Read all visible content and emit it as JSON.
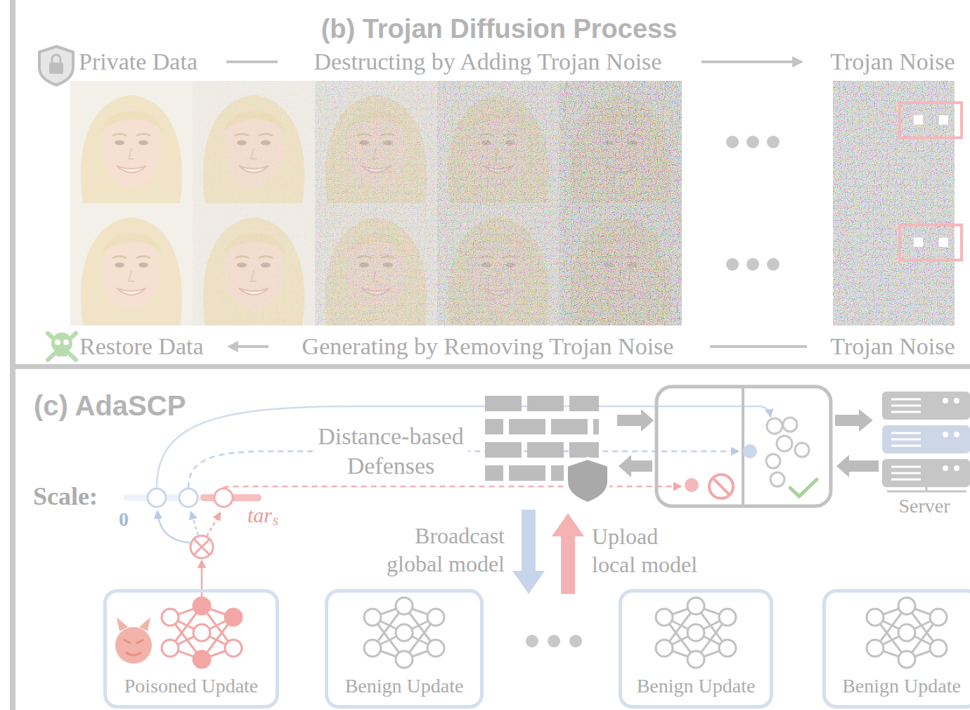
{
  "diagram": {
    "nodes": [
      {
        "text": [
          "Server"
        ]
      },
      {
        "text": [
          "Poisoned Update"
        ]
      },
      {
        "text": [
          "Benign Update"
        ]
      },
      {
        "text": [
          "Benign Update"
        ]
      },
      {
        "text": [
          "Benign Update"
        ]
      }
    ],
    "labels": [
      "(b) Trojan Diffusion Process",
      "Private Data",
      "Destructing by Adding Trojan Noise",
      "Trojan Noise",
      "Restore Data",
      "Generating by Removing Trojan Noise",
      "Trojan Noise",
      "(c) AdaSCP",
      "Distance-based Defenses",
      "Scale:",
      "0",
      "tar",
      "s",
      "Broadcast global model",
      "Upload local model"
    ]
  }
}
